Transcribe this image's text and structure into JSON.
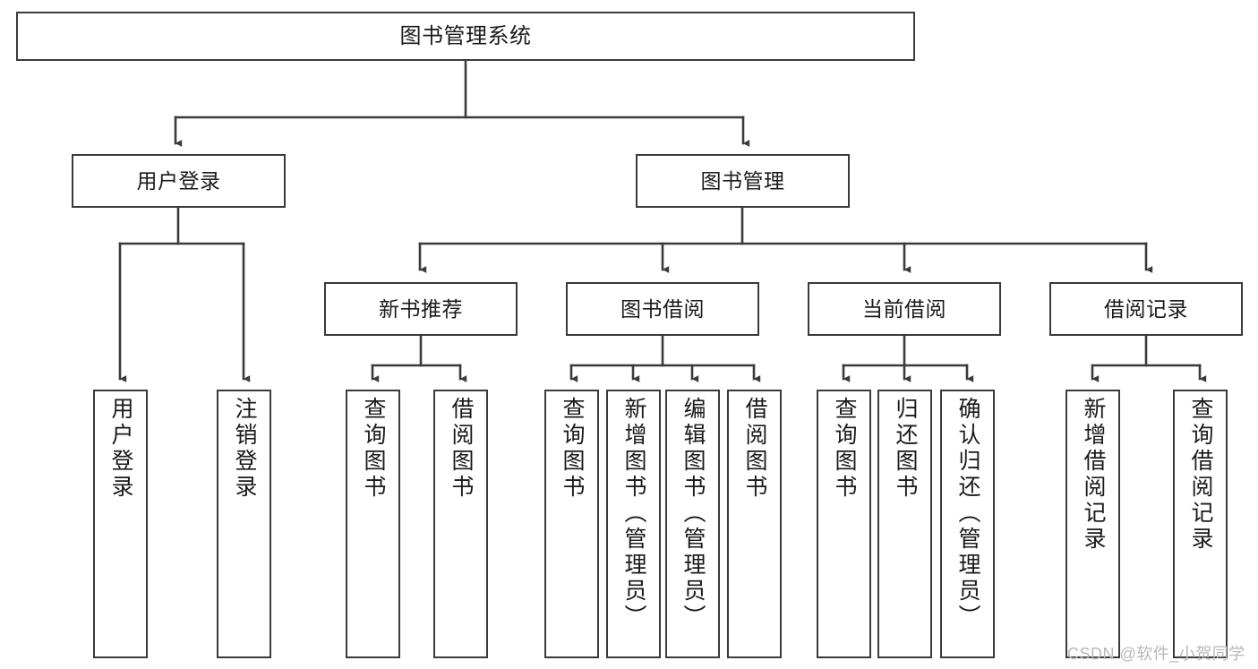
{
  "diagram": {
    "type": "tree-hierarchy-diagram",
    "title": "图书管理系统",
    "orientation": "top-down",
    "colors": {
      "box_border": "#3a3a3a",
      "box_fill": "#ffffff",
      "edge": "#3a3a3a",
      "text": "#1a1a1a",
      "background": "#ffffff",
      "watermark": "#b9b9b9"
    },
    "watermark": "CSDN @软件_小贺同学",
    "nodes": {
      "root": {
        "id": "root",
        "label": "图书管理系统",
        "level": 1,
        "text_direction": "horizontal"
      },
      "user_login": {
        "id": "user-login",
        "label": "用户登录",
        "level": 2,
        "text_direction": "horizontal"
      },
      "book_manage": {
        "id": "book-manage",
        "label": "图书管理",
        "level": 2,
        "text_direction": "horizontal"
      },
      "new_book_rec": {
        "id": "new-book-recommend",
        "label": "新书推荐",
        "level": 3,
        "text_direction": "horizontal"
      },
      "book_borrow": {
        "id": "book-borrow",
        "label": "图书借阅",
        "level": 3,
        "text_direction": "horizontal"
      },
      "current_borrow": {
        "id": "current-borrow",
        "label": "当前借阅",
        "level": 3,
        "text_direction": "horizontal"
      },
      "borrow_record": {
        "id": "borrow-record",
        "label": "借阅记录",
        "level": 3,
        "text_direction": "horizontal"
      },
      "leaf_1": {
        "id": "leaf-user-login",
        "label": "用户登录",
        "level": 3,
        "text_direction": "vertical",
        "parent": "用户登录"
      },
      "leaf_2": {
        "id": "leaf-logout-login",
        "label": "注销登录",
        "level": 3,
        "text_direction": "vertical",
        "parent": "用户登录"
      },
      "leaf_3": {
        "id": "leaf-query-book-rec",
        "label": "查询图书",
        "level": 4,
        "text_direction": "vertical",
        "parent": "新书推荐"
      },
      "leaf_4": {
        "id": "leaf-borrow-book-rec",
        "label": "借阅图书",
        "level": 4,
        "text_direction": "vertical",
        "parent": "新书推荐"
      },
      "leaf_5": {
        "id": "leaf-query-book-borrow",
        "label": "查询图书",
        "level": 4,
        "text_direction": "vertical",
        "parent": "图书借阅"
      },
      "leaf_6": {
        "id": "leaf-add-book-admin",
        "label": "新增图书（管理员）",
        "level": 4,
        "text_direction": "vertical",
        "parent": "图书借阅"
      },
      "leaf_7": {
        "id": "leaf-edit-book-admin",
        "label": "编辑图书（管理员）",
        "level": 4,
        "text_direction": "vertical",
        "parent": "图书借阅"
      },
      "leaf_8": {
        "id": "leaf-borrow-book",
        "label": "借阅图书",
        "level": 4,
        "text_direction": "vertical",
        "parent": "图书借阅"
      },
      "leaf_9": {
        "id": "leaf-query-book-current",
        "label": "查询图书",
        "level": 4,
        "text_direction": "vertical",
        "parent": "当前借阅"
      },
      "leaf_10": {
        "id": "leaf-return-book",
        "label": "归还图书",
        "level": 4,
        "text_direction": "vertical",
        "parent": "当前借阅"
      },
      "leaf_11": {
        "id": "leaf-confirm-return-admin",
        "label": "确认归还（管理员）",
        "level": 4,
        "text_direction": "vertical",
        "parent": "当前借阅"
      },
      "leaf_12": {
        "id": "leaf-add-borrow-record",
        "label": "新增借阅记录",
        "level": 4,
        "text_direction": "vertical",
        "parent": "借阅记录"
      },
      "leaf_13": {
        "id": "leaf-query-borrow-record",
        "label": "查询借阅记录",
        "level": 4,
        "text_direction": "vertical",
        "parent": "借阅记录"
      }
    },
    "edges": [
      {
        "from": "图书管理系统",
        "to": "用户登录"
      },
      {
        "from": "图书管理系统",
        "to": "图书管理"
      },
      {
        "from": "用户登录",
        "to": "用户登录"
      },
      {
        "from": "用户登录",
        "to": "注销登录"
      },
      {
        "from": "图书管理",
        "to": "新书推荐"
      },
      {
        "from": "图书管理",
        "to": "图书借阅"
      },
      {
        "from": "图书管理",
        "to": "当前借阅"
      },
      {
        "from": "图书管理",
        "to": "借阅记录"
      },
      {
        "from": "新书推荐",
        "to": "查询图书"
      },
      {
        "from": "新书推荐",
        "to": "借阅图书"
      },
      {
        "from": "图书借阅",
        "to": "查询图书"
      },
      {
        "from": "图书借阅",
        "to": "新增图书（管理员）"
      },
      {
        "from": "图书借阅",
        "to": "编辑图书（管理员）"
      },
      {
        "from": "图书借阅",
        "to": "借阅图书"
      },
      {
        "from": "当前借阅",
        "to": "查询图书"
      },
      {
        "from": "当前借阅",
        "to": "归还图书"
      },
      {
        "from": "当前借阅",
        "to": "确认归还（管理员）"
      },
      {
        "from": "借阅记录",
        "to": "新增借阅记录"
      },
      {
        "from": "借阅记录",
        "to": "查询借阅记录"
      }
    ]
  }
}
